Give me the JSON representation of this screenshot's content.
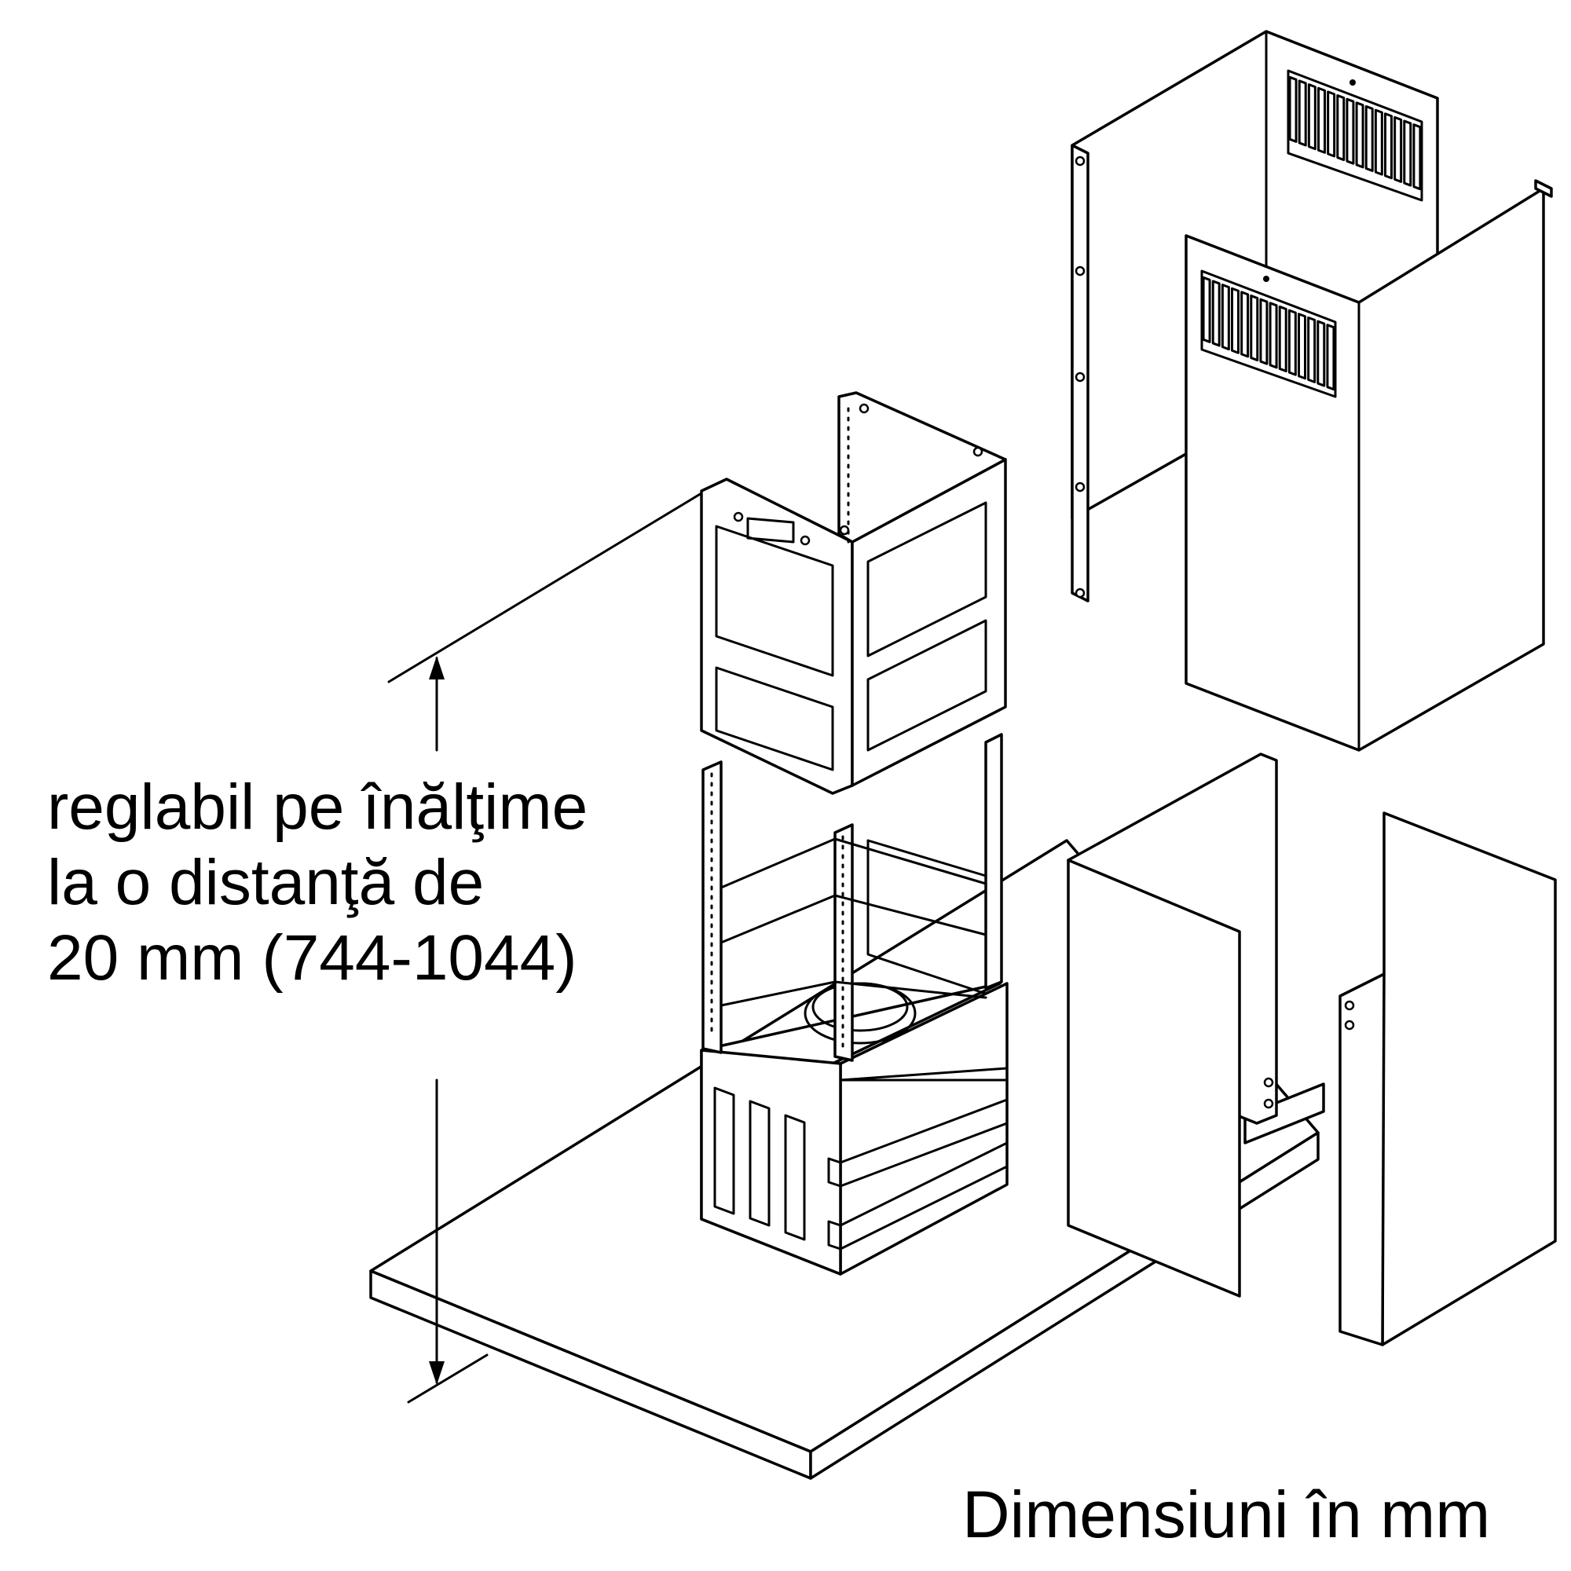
{
  "annotations": {
    "adjust_line1": "reglabil pe înălţime",
    "adjust_line2": "la o distanţă de",
    "adjust_line3": "20 mm (744-1044)",
    "units": "Dimensiuni în mm"
  },
  "colors": {
    "ink": "#000000",
    "paper": "#ffffff"
  }
}
